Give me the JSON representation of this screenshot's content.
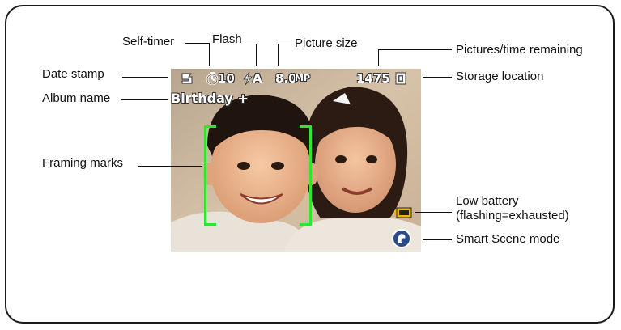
{
  "labels": {
    "self_timer": "Self-timer",
    "flash": "Flash",
    "picture_size": "Picture size",
    "pictures_remaining": "Pictures/time remaining",
    "date_stamp": "Date stamp",
    "storage_location": "Storage location",
    "album_name": "Album name",
    "framing_marks": "Framing marks",
    "low_battery_line1": "Low battery",
    "low_battery_line2": "(flashing=exhausted)",
    "smart_scene": "Smart Scene mode"
  },
  "osd": {
    "timer_value": "10",
    "flash_value": "A",
    "picture_size_value": "8.0",
    "picture_size_unit": "MP",
    "remaining_count": "1475",
    "album_text": "Birthday +"
  },
  "colors": {
    "framing_marks": "#2ee632",
    "battery": "#f2b705",
    "scene_icon": "#2a4b8a"
  }
}
